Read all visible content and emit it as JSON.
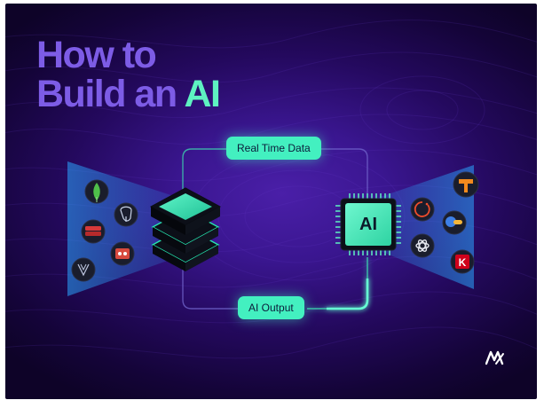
{
  "title": {
    "line1": "How to",
    "line2_prefix": "Build an ",
    "line2_accent": "AI"
  },
  "pills": {
    "top": "Real Time Data",
    "bottom": "AI Output"
  },
  "chip": {
    "label": "AI"
  },
  "colors": {
    "background_center": "#4a1fa8",
    "background_edge": "#0e0328",
    "title": "#7d5ce6",
    "accent": "#5ef2c1",
    "pill": "#43f0c0",
    "pill_text": "#0b1c3a"
  },
  "left_icons": [
    "mongodb-icon",
    "postgresql-icon",
    "redis-icon",
    "database-icon",
    "weaviate-icon"
  ],
  "right_icons": [
    "tensorflow-icon",
    "pytorch-icon",
    "huggingface-icon",
    "openai-icon",
    "keras-icon"
  ],
  "right_icon_letters": {
    "keras": "K"
  }
}
